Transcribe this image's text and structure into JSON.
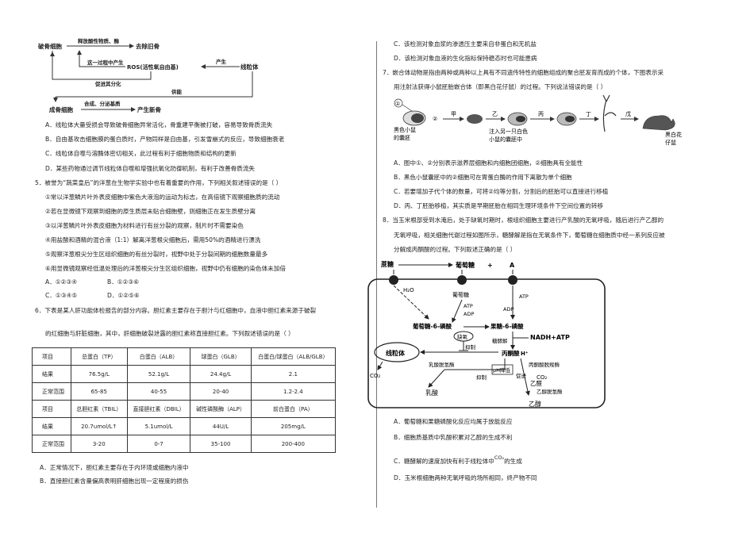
{
  "bone_diagram": {
    "bone_cell": "破骨细胞",
    "release_label": "释放酸性物质、酶",
    "remove_old_bone": "去除旧骨",
    "produce_in_process": "这一过程中产生",
    "ros": "ROS(活性氧自由基)",
    "produce": "产生",
    "mitochondria": "线粒体",
    "promote_differentiation": "促进其分化",
    "supply_energy": "供能",
    "osteoblast": "成骨细胞",
    "synthesis": "合成、分泌基质",
    "produce_new_bone": "产生新骨"
  },
  "q4_options": [
    "A．线粒体大量受损会导致破骨细胞异常活化，骨重建平衡被打破，容易导致骨质流失",
    "B．自由基攻击细胞膜的蛋白质时，产物同样是自由基，引发雪崩式的反应，导致细胞衰老",
    "C．线粒体自噬与溶酶体密切相关，此过程有利于细胞物质和结构的更新",
    "D．某些药物通过调节线粒体自噬和增强抗氧化防御机制，有利于改善骨质流失"
  ],
  "q5": {
    "stem": "5．被誉为“蔬菜皇后”的洋葱在生物学实验中也有着重要的作用，下列相关叙述错误的是（          ）",
    "items": [
      "①常以洋葱鳞片叶外表皮细胞中紫色大液泡的运动为标志，在高倍镜下观察细胞质的流动",
      "②若在显微镜下观察到细胞的原生质层未贴合细胞壁，则细胞正在发生质壁分离",
      "③以洋葱鳞片叶外表皮细胞为材料进行有丝分裂的观察，制片时不需要染色",
      "④用盐酸和酒精的混合液（1:1）解离洋葱根尖细胞后，需用50%的酒精进行漂洗",
      "⑤观察洋葱根尖分生区组织细胞的有丝分裂时，视野中处于分裂间期的细胞数量最多",
      "⑥用显微镜观察经低温处理后的洋葱根尖分生区组织细胞，视野中仍有细胞的染色体未加倍"
    ],
    "opt_a": "A．①②③④",
    "opt_b": "B．①②③⑥",
    "opt_c": "C．①③④⑤",
    "opt_d": "D．①②⑤⑥"
  },
  "q6": {
    "stem1": "6．下表是某人肝功能体检报告的部分内容。胆红素主要存在于胆汁与红细胞中，血液中胆红素来源于破裂",
    "stem2": "的红细胞与肝脏细胞，其中，肝细胞破裂泄露的胆红素称直接胆红素。下列叙述错误的是（     ）",
    "table": [
      [
        "项目",
        "总蛋白（TP）",
        "白蛋白（ALB）",
        "球蛋白（GLB）",
        "白蛋白/球蛋白（ALB/GLB）"
      ],
      [
        "结果",
        "76.5g/L",
        "52.1g/L",
        "24.4g/L",
        "2.1"
      ],
      [
        "正常范围",
        "65-85",
        "40-55",
        "20-40",
        "1.2-2.4"
      ],
      [
        "项目",
        "总胆红素（TBIL）",
        "直接胆红素（DBIL）",
        "碱性磷酸酶（ALP）",
        "前白蛋白（PA）"
      ],
      [
        "结果",
        "20.7umol/L↑",
        "5.1umol/L",
        "44U/L",
        "205mg/L"
      ],
      [
        "正常范围",
        "3-20",
        "0-7",
        "35-100",
        "200-400"
      ]
    ],
    "opt_a": "A．正常情况下，胆红素主要存在于内环境或细胞内液中",
    "opt_b": "B．直接胆红素含量偏高表明肝细胞出现一定程度的损伤",
    "opt_c": "C．该检测对象血浆的渗透压主要来自非蛋白和无机盐",
    "opt_d": "D．该检测对象血液的生化指标保持稳态时也可能患病"
  },
  "q7": {
    "stem1": "7．嵌合体动物是指由两种或两种以上具有不同遗传特性的细胞组成的聚合胚发育而成的个体，下图表示采",
    "stem2": "用注射法获得小鼠胚胎嵌合体（即黑白花仔鼠）的过程。下列说法错误的是（     ）",
    "fig": {
      "n1": "①",
      "n2": "②",
      "black_mouse_blastocyst": "黑色小鼠\n的囊胚",
      "jia": "甲",
      "yi": "乙",
      "bing": "丙",
      "ding": "丁",
      "wu": "戊",
      "implant": "注入另一只白色\n小鼠的囊胚中",
      "chimera": "黑白花\n仔鼠"
    },
    "opt_a": "A．图中①、②分别表示滋养层细胞和内细胞团细胞，②细胞具有全能性",
    "opt_b": "B．黑色小鼠囊胚中的②细胞可在胃蛋白酶的作用下离散为单个细胞",
    "opt_c": "C．若要增加子代个体的数量，可将②均等分割，分割后的胚胎可以直接进行移植",
    "opt_d": "D．丙、丁胚胎移植，其实质是早期胚胎在相同生理环境条件下空间位置的转移"
  },
  "q8": {
    "stem1": "8．当玉米根部受到水淹后，处于缺氧时期时，根组织细胞主要进行产乳酸的无氧呼吸，随后进行产乙醇的",
    "stem2": "无氧呼吸，相关细胞代谢过程如图所示，糖酵解是指在无氧条件下，葡萄糖在细胞质中经一系列反应被",
    "stem3": "分解成丙酮酸的过程。下列叙述正确的是（          ）",
    "fig": {
      "sucrose": "蔗糖",
      "glucose_top": "葡萄糖",
      "plus": "+",
      "a": "A",
      "h2o": "H₂O",
      "glucose_in": "葡萄糖",
      "atp": "ATP",
      "adp": "ADP",
      "g6p": "葡萄糖-6-磷酸",
      "f6p": "果糖-6-磷酸",
      "glycolysis": "糖酵解",
      "nadh": "NADH+ATP",
      "hypoxia": "缺氧",
      "inhibit1": "抑制",
      "mito": "线粒体",
      "pyruvate": "丙酮酸",
      "co2_left": "CO₂",
      "ldh": "乳酸脱氢酶",
      "ph": "pH降低",
      "inhibit2": "抑制",
      "promote": "促进",
      "h": "H⁺",
      "pdc": "丙酮酸脱羧酶",
      "co2_right": "CO₂",
      "acetaldehyde": "乙醛",
      "adh": "乙醇脱氢酶",
      "lactate": "乳酸",
      "ethanol": "乙醇"
    },
    "opt_a": "A．葡萄糖和果糖磷酸化反应均属于放能反应",
    "opt_b": "B．细胞质基质中乳酸积累对乙醇的生成不利",
    "opt_c_pre": "C．糖酵解的速度加快有利于线粒体中",
    "opt_c_co2": "CO₂",
    "opt_c_post": "的生成",
    "opt_d": "D．玉米根细胞两种无氧呼吸的场所相同，终产物不同"
  }
}
